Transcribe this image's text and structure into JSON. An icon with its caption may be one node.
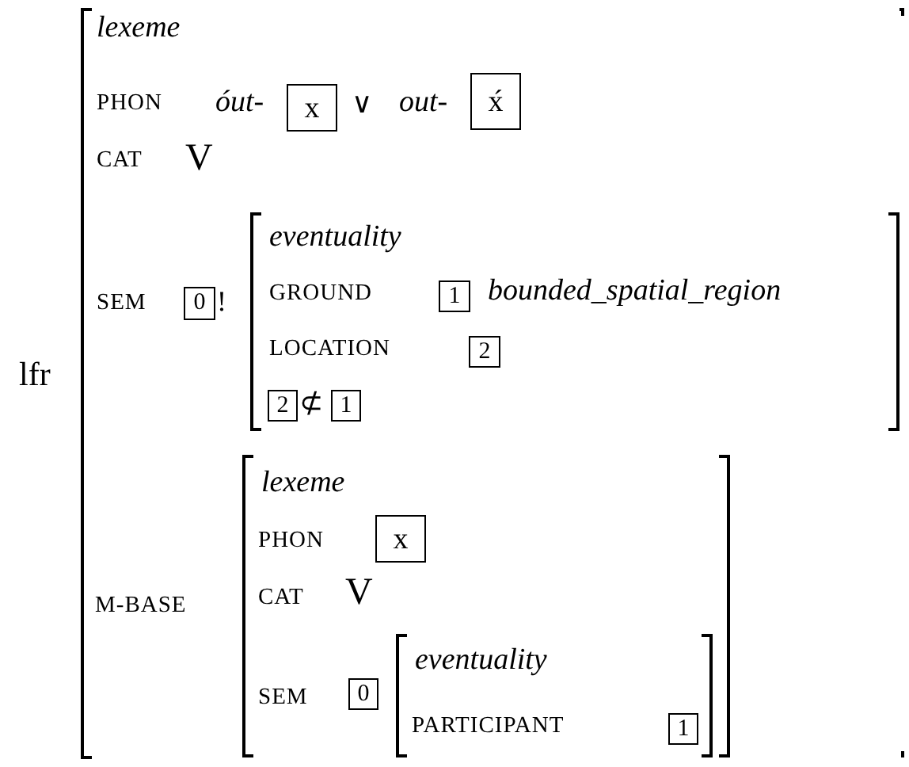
{
  "diagram": {
    "nodes": [
      {
        "text": [
          "lexeme",
          "PHON",
          "óut-",
          "∨",
          "out-",
          "CAT",
          "V",
          "SEM",
          "!",
          "M-BASE"
        ]
      },
      {
        "text": [
          "x"
        ],
        "in": 0
      },
      {
        "text": [
          "x́"
        ],
        "in": 0
      },
      {
        "text": [
          "0"
        ],
        "in": 0
      },
      {
        "text": [
          "eventuality",
          "GROUND",
          "bounded_spatial_region",
          "LOCATION",
          "⊄"
        ],
        "in": 0
      },
      {
        "text": [
          "1"
        ],
        "in": 4
      },
      {
        "text": [
          "2"
        ],
        "in": 4
      },
      {
        "text": [
          "2"
        ],
        "in": 4
      },
      {
        "text": [
          "1"
        ],
        "in": 4
      },
      {
        "text": [
          "lexeme",
          "PHON",
          "CAT",
          "V",
          "SEM"
        ],
        "in": 0
      },
      {
        "text": [
          "x"
        ],
        "in": 9
      },
      {
        "text": [
          "0"
        ],
        "in": 9
      },
      {
        "text": [
          "eventuality",
          "PARTICIPANT"
        ],
        "in": 9
      },
      {
        "text": [
          "1"
        ],
        "in": 12
      }
    ],
    "labels": [
      "lfr"
    ]
  }
}
